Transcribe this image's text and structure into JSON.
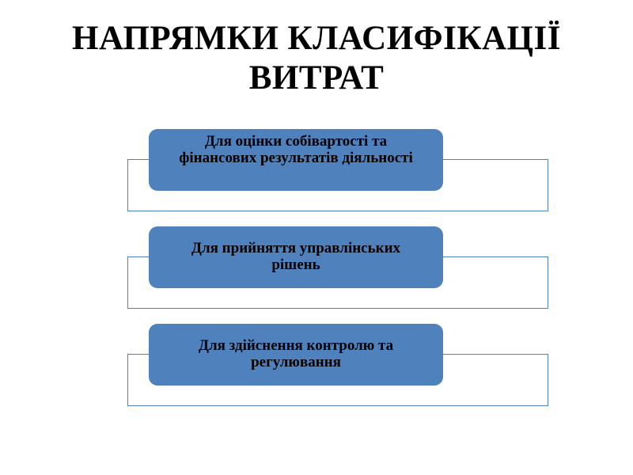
{
  "slide": {
    "title": "НАПРЯМКИ КЛАСИФІКАЦІЇ ВИТРАТ"
  },
  "diagram": {
    "items": [
      {
        "label": "Для оцінки собівартості та фінансових результатів діяльності"
      },
      {
        "label": "Для прийняття управлінських рішень"
      },
      {
        "label": "Для здійснення контролю та регулювання"
      }
    ]
  },
  "colors": {
    "accent": "#4f81bd",
    "text": "#000000",
    "background": "#ffffff"
  }
}
